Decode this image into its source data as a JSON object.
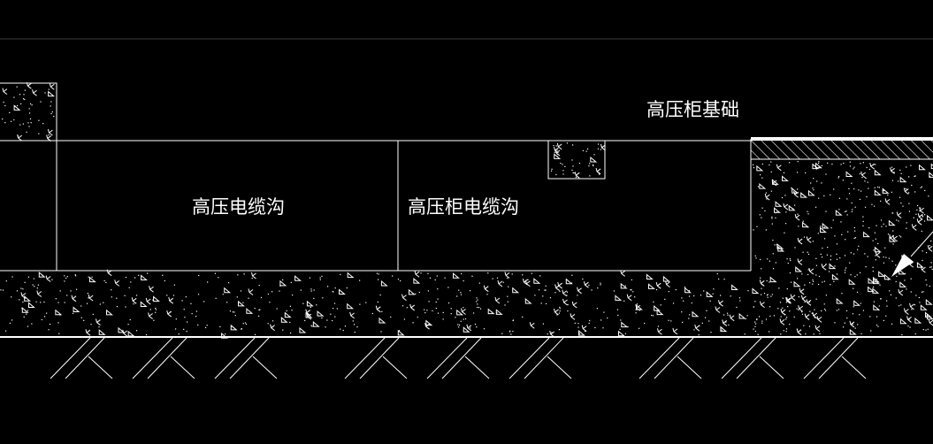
{
  "labels": {
    "cabinet_foundation": "高压柜基础",
    "hv_cable_trench": "高压电缆沟",
    "hv_cabinet_cable_trench": "高压柜电缆沟"
  },
  "colors": {
    "background": "#000000",
    "line": "#ffffff",
    "frame": "#3a3a3a"
  }
}
